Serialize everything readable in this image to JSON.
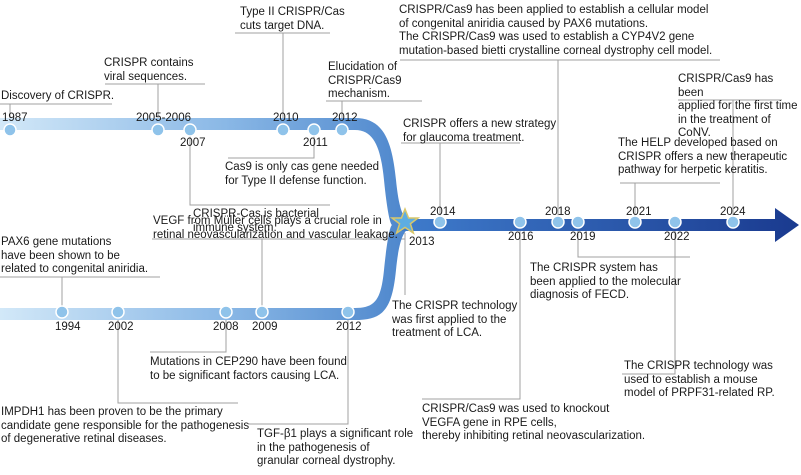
{
  "timeline": {
    "top_years": [
      "1987",
      "2005-2006",
      "2007",
      "2010",
      "2011",
      "2012"
    ],
    "bottom_years": [
      "1994",
      "2002",
      "2008",
      "2009",
      "2012"
    ],
    "right_years": [
      "2013",
      "2014",
      "2016",
      "2018",
      "2019",
      "2021",
      "2022",
      "2024"
    ]
  },
  "events": {
    "e1987": "Discovery of CRISPR.",
    "e2005": "CRISPR contains\nviral sequences.",
    "e2007": "CRISPR-Cas is bacterial\nimmune system.",
    "e2010": "Type II CRISPR/Cas\ncuts target DNA.",
    "e2011": "Cas9 is only cas gene needed\nfor Type II defense function.",
    "e2012_top": "Elucidation of\nCRISPR/Cas9\nmechanism.",
    "e1994": "PAX6 gene mutations\nhave been shown to be\nrelated to congenital aniridia.",
    "e2002": "IMPDH1 has been proven to be the primary\ncandidate gene responsible for the pathogenesis\nof degenerative retinal diseases.",
    "e2008": "Mutations in CEP290 have been found\nto be significant factors causing LCA.",
    "e2009": "VEGF from Müller cells plays a crucial role in\nretinal neovascularization and vascular leakage.",
    "e2012_bottom": "TGF-β1 plays a significant role\nin the pathogenesis of\ngranular corneal dystrophy.",
    "e2013": "The CRISPR technology\nwas first applied to the\ntreatment of LCA.",
    "e2014": "CRISPR offers a new strategy\nfor glaucoma treatment.",
    "e2016": "CRISPR/Cas9 was used to knockout\nVEGFA gene in RPE cells,\nthereby inhibiting retinal neovascularization.",
    "e2018": "CRISPR/Cas9 has been applied to establish a cellular model\nof congenital aniridia caused by PAX6 mutations.\nThe CRISPR/Cas9 was used to establish a CYP4V2 gene\nmutation-based bietti crystalline corneal dystrophy cell model.",
    "e2019": "The CRISPR system has\nbeen applied to the molecular\ndiagnosis of FECD.",
    "e2021": "The HELP developed based on\nCRISPR offers a new therapeutic\npathway for herpetic keratitis.",
    "e2022": "The CRISPR technology was\nused to establish a mouse\nmodel of PRPF31-related RP.",
    "e2024": "CRISPR/Cas9 has been\napplied for the first time\nin the treatment of CoNV."
  },
  "colors": {
    "line_light": "#cfe6f7",
    "line_mid": "#5b9bd5",
    "line_dark": "#1f3f95",
    "node_fill": "#8fc3ea",
    "star": "#5dade2",
    "star_stroke": "#d9c76a",
    "connector": "#9a9a9a"
  }
}
